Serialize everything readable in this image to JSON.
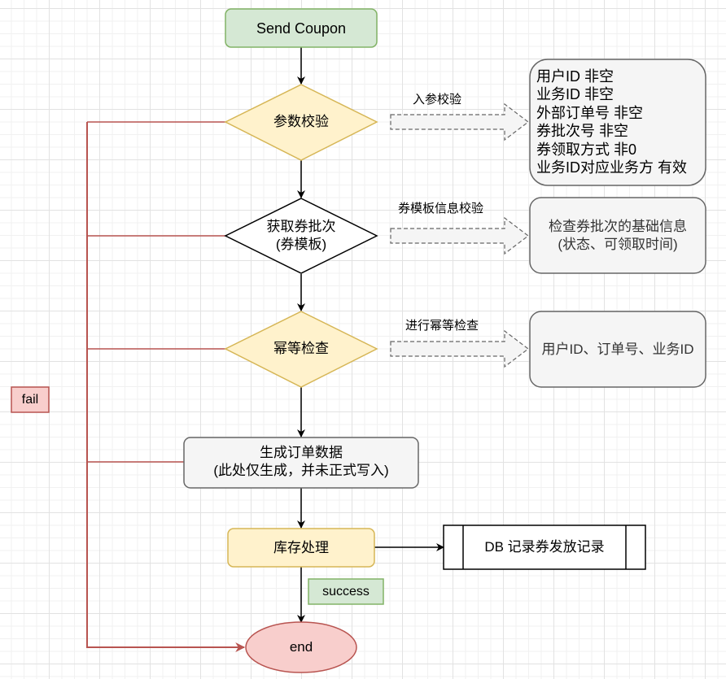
{
  "diagram": {
    "title": "Send Coupon flow",
    "nodes": {
      "start": {
        "label": "Send Coupon",
        "fill": "#d5e8d4",
        "stroke": "#82b366"
      },
      "param_check": {
        "label": "参数校验",
        "fill": "#fff2cc",
        "stroke": "#d6b656"
      },
      "get_batch": {
        "label": "获取券批次\n(券模板)",
        "fill": "#ffffff",
        "stroke": "#000000"
      },
      "idempotent": {
        "label": "幂等检查",
        "fill": "#fff2cc",
        "stroke": "#d6b656"
      },
      "gen_order": {
        "label": "生成订单数据\n(此处仅生成，并未正式写入)",
        "fill": "#f5f5f5",
        "stroke": "#666666"
      },
      "stock": {
        "label": "库存处理",
        "fill": "#fff2cc",
        "stroke": "#d6b656"
      },
      "db_record": {
        "label": "DB 记录券发放记录",
        "fill": "#ffffff",
        "stroke": "#000000"
      },
      "end": {
        "label": "end",
        "fill": "#f8cecc",
        "stroke": "#b85450"
      }
    },
    "notes": {
      "param_rules": {
        "lines": [
          "用户ID 非空",
          "业务ID 非空",
          "外部订单号 非空",
          "券批次号 非空",
          "券领取方式 非0",
          "业务ID对应业务方 有效"
        ]
      },
      "batch_rules": {
        "label": "检查券批次的基础信息\n(状态、可领取时间)"
      },
      "idem_rules": {
        "label": "用户ID、订单号、业务ID"
      }
    },
    "edge_labels": {
      "param_arrow": "入参校验",
      "batch_arrow": "券模板信息校验",
      "idem_arrow": "进行幂等检查"
    },
    "tags": {
      "fail": {
        "label": "fail",
        "fill": "#f8cecc",
        "stroke": "#b85450"
      },
      "success": {
        "label": "success",
        "fill": "#d5e8d4",
        "stroke": "#82b366"
      }
    },
    "colors": {
      "fail_line": "#b85450",
      "flow_line": "#000000",
      "note_fill": "#f5f5f5",
      "note_stroke": "#666666",
      "dashed_arrow_stroke": "#666666"
    }
  }
}
